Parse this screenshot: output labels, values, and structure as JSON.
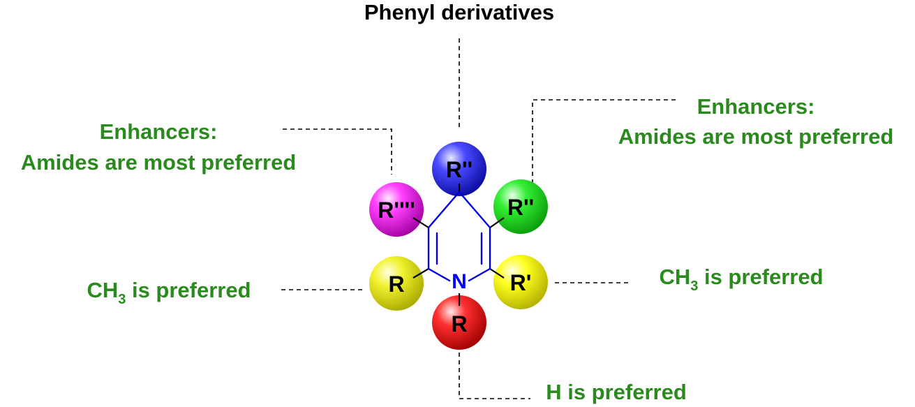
{
  "annotations": {
    "top": "Phenyl derivatives",
    "left_upper_title": "Enhancers:",
    "left_upper_body": "Amides are most preferred",
    "right_upper_title": "Enhancers:",
    "right_upper_body": "Amides are most preferred",
    "left_lower_pre": "CH",
    "left_lower_sub": "3",
    "left_lower_post": " is preferred",
    "right_lower_pre": "CH",
    "right_lower_sub": "3",
    "right_lower_post": " is preferred",
    "bottom": "H is preferred"
  },
  "substituents": {
    "top": "R''",
    "upper_left": "R''''",
    "upper_right": "R''",
    "lower_left": "R",
    "lower_right": "R'",
    "bottom": "R"
  },
  "ring_atom": "N",
  "colors": {
    "label_green": "#2a8a1e",
    "bond_blue": "#0000e0",
    "ball_top": "#1a1ae0",
    "ball_upper_left": "#e619e6",
    "ball_upper_right": "#22dd22",
    "ball_lower_left": "#e6e619",
    "ball_lower_right": "#f0f000",
    "ball_bottom": "#e01010"
  }
}
